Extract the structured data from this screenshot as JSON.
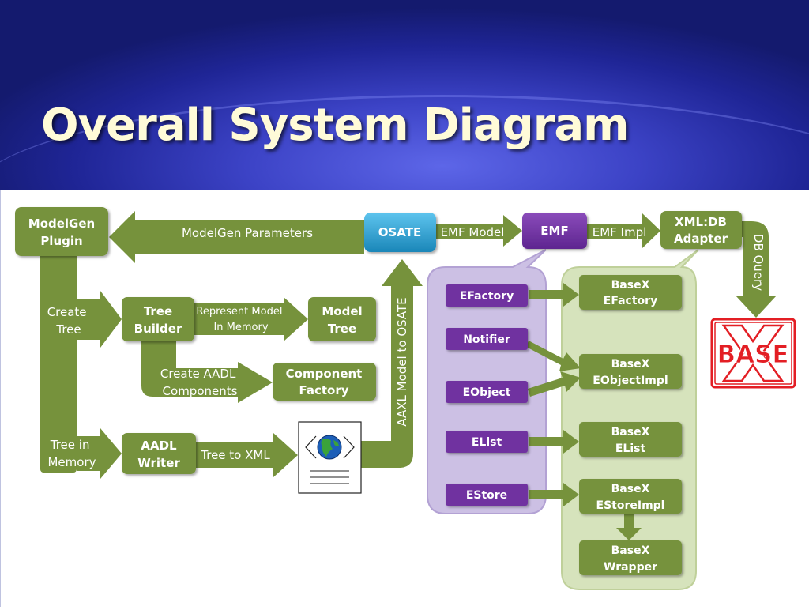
{
  "slide": {
    "title": "Overall System Diagram"
  },
  "diagram": {
    "nodes": {
      "modelgen_plugin": [
        "ModelGen",
        "Plugin"
      ],
      "osate": "OSATE",
      "emf": "EMF",
      "xmldb_adapter": [
        "XML:DB",
        "Adapter"
      ],
      "tree_builder": [
        "Tree",
        "Builder"
      ],
      "model_tree": [
        "Model",
        "Tree"
      ],
      "component_factory": [
        "Component",
        "Factory"
      ],
      "aadl_writer": [
        "AADL",
        "Writer"
      ],
      "efactory": "EFactory",
      "notifier": "Notifier",
      "eobject": "EObject",
      "elist": "EList",
      "estore": "EStore",
      "basex_efactory": [
        "BaseX",
        "EFactory"
      ],
      "basex_eobjectimpl": [
        "BaseX",
        "EObjectImpl"
      ],
      "basex_elist": [
        "BaseX",
        "EList"
      ],
      "basex_estoreimpl": [
        "BaseX",
        "EStoreImpl"
      ],
      "basex_wrapper": [
        "BaseX",
        "Wrapper"
      ],
      "basex_logo": "BASE"
    },
    "labels": {
      "modelgen_parameters": "ModelGen Parameters",
      "emf_model": "EMF Model",
      "emf_impl": "EMF Impl",
      "db_query": "DB Query",
      "create_tree": [
        "Create",
        "Tree"
      ],
      "tree_in_memory": [
        "Tree in",
        "Memory"
      ],
      "represent_model": [
        "Represent Model",
        "In Memory"
      ],
      "create_aadl": [
        "Create  AADL",
        "Components"
      ],
      "tree_to_xml": "Tree to XML",
      "aaxl_model": "AAXL Model to OSATE"
    },
    "colors": {
      "green": "#76923c",
      "purple": "#7030a0",
      "osate_blue": "#2e9fd0",
      "lavender_panel": "#ccc0e4",
      "green_panel": "#d6e3bc",
      "basex_red": "#e31e24"
    }
  }
}
